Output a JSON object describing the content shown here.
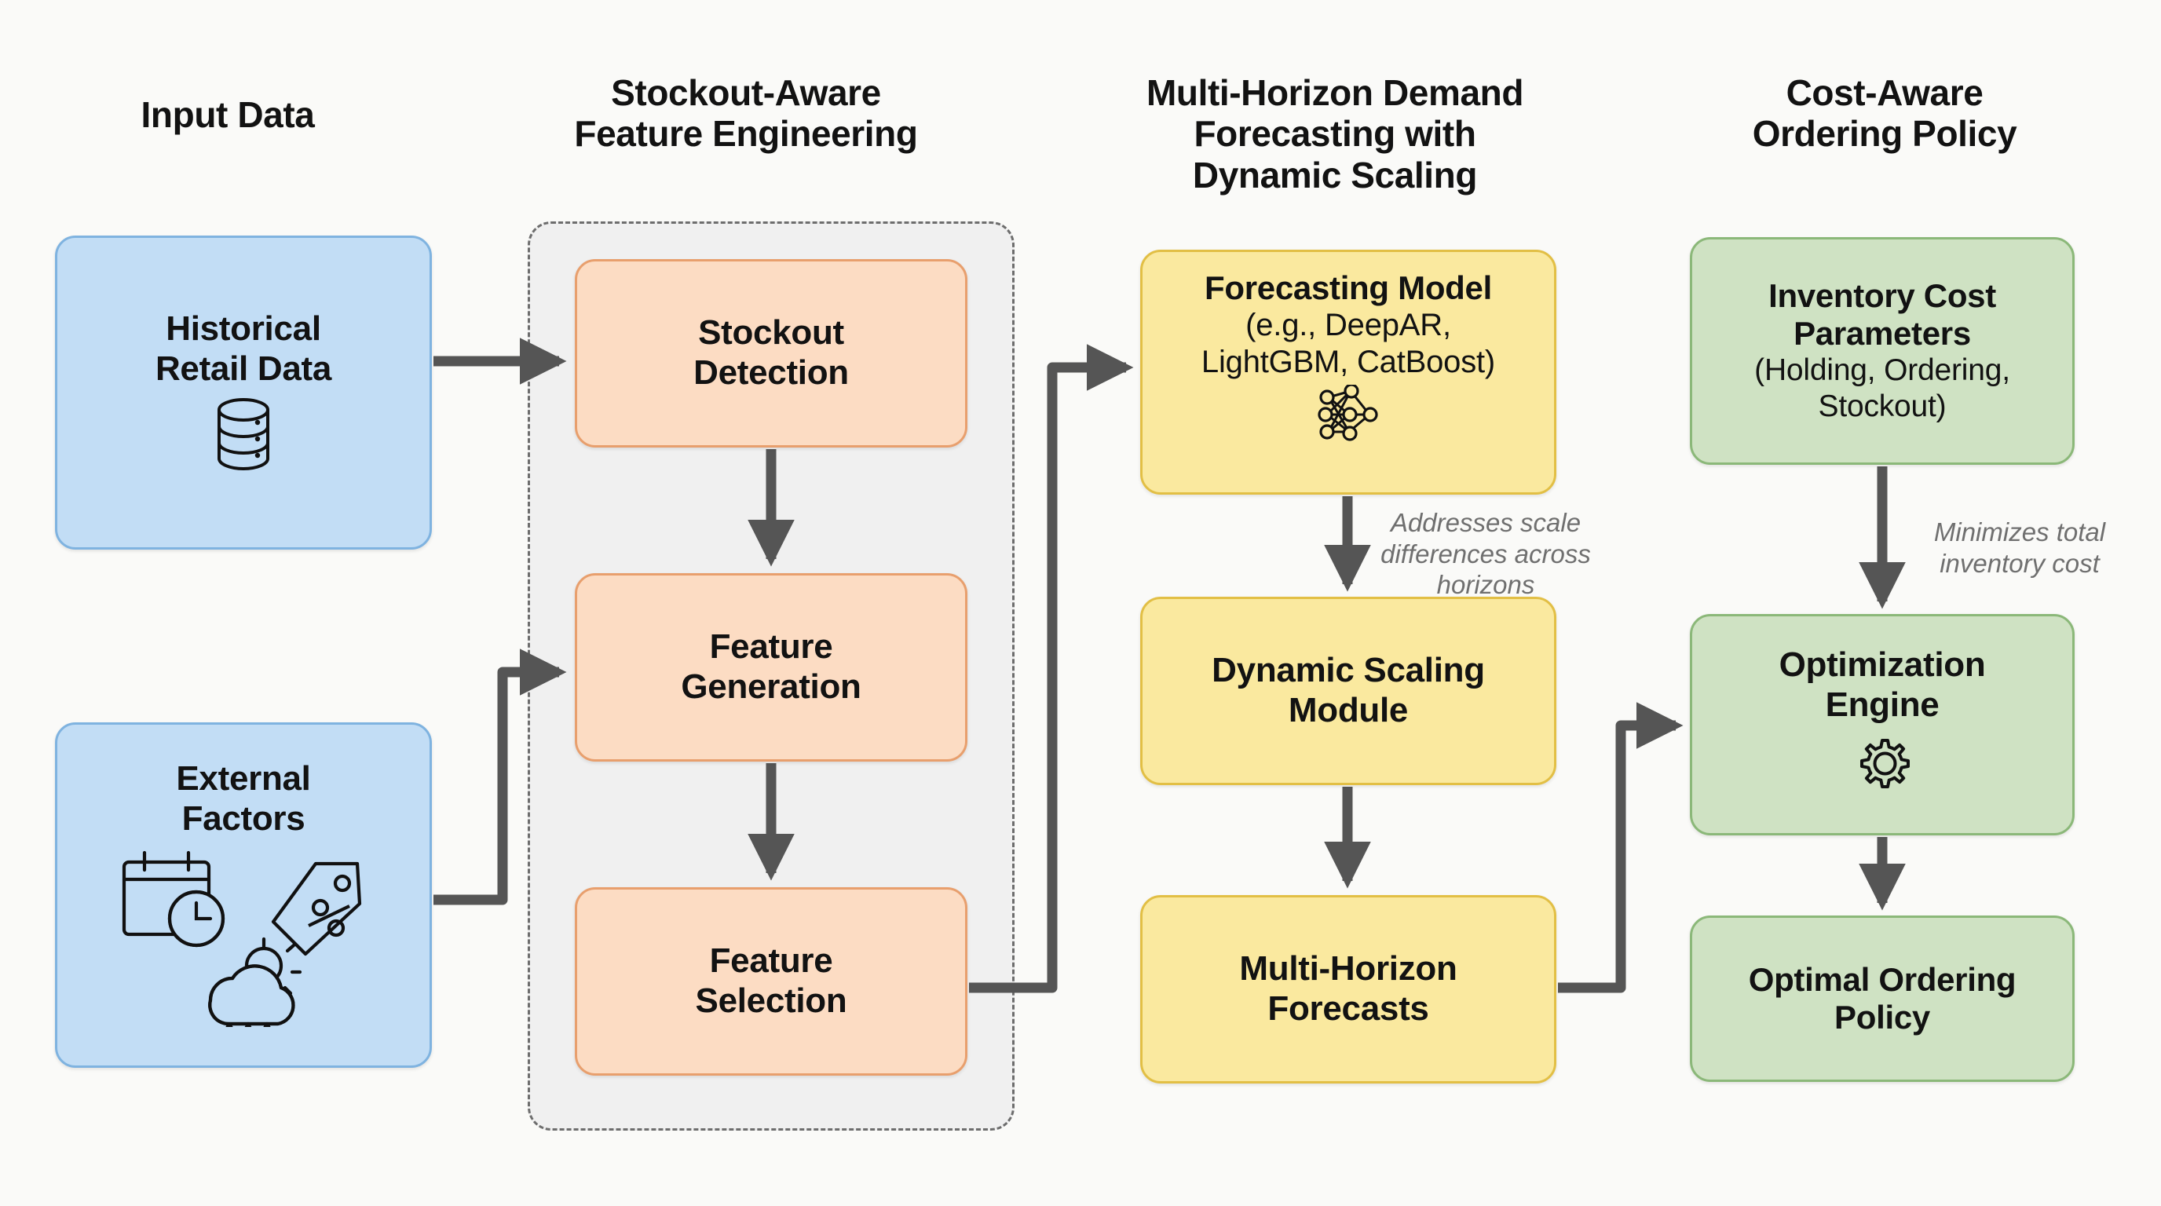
{
  "columns": [
    {
      "title": "Input Data"
    },
    {
      "title": "Stockout-Aware\nFeature Engineering"
    },
    {
      "title": "Multi-Horizon Demand\nForecasting with\nDynamic Scaling"
    },
    {
      "title": "Cost-Aware\nOrdering Policy"
    }
  ],
  "headers": {
    "col1_line1": "Input Data",
    "col2_line1": "Stockout-Aware",
    "col2_line2": "Feature Engineering",
    "col3_line1": "Multi-Horizon Demand",
    "col3_line2": "Forecasting with",
    "col3_line3": "Dynamic Scaling",
    "col4_line1": "Cost-Aware",
    "col4_line2": "Ordering Policy"
  },
  "nodes": {
    "historical_retail_data": {
      "line1": "Historical",
      "line2": "Retail Data",
      "icon": "database-icon"
    },
    "external_factors": {
      "line1": "External",
      "line2": "Factors",
      "icons": [
        "calendar-clock-icon",
        "discount-tag-icon",
        "weather-rain-sun-icon"
      ]
    },
    "stockout_detection": {
      "line1": "Stockout",
      "line2": "Detection"
    },
    "feature_generation": {
      "line1": "Feature",
      "line2": "Generation"
    },
    "feature_selection": {
      "line1": "Feature",
      "line2": "Selection"
    },
    "forecasting_model": {
      "line1": "Forecasting Model",
      "line2": "(e.g., DeepAR,",
      "line3": "LightGBM, CatBoost)",
      "icon": "neural-network-icon"
    },
    "dynamic_scaling_module": {
      "line1": "Dynamic Scaling",
      "line2": "Module"
    },
    "multi_horizon_forecasts": {
      "line1": "Multi-Horizon",
      "line2": "Forecasts"
    },
    "inventory_cost_parameters": {
      "line1": "Inventory Cost",
      "line2": "Parameters",
      "line3": "(Holding, Ordering,",
      "line4": "Stockout)"
    },
    "optimization_engine": {
      "line1": "Optimization",
      "line2": "Engine",
      "icon": "gear-icon"
    },
    "optimal_ordering_policy": {
      "line1": "Optimal Ordering",
      "line2": "Policy"
    }
  },
  "annotations": {
    "scaling_note_l1": "Addresses scale",
    "scaling_note_l2": "differences across",
    "scaling_note_l3": "horizons",
    "cost_note_l1": "Minimizes total",
    "cost_note_l2": "inventory cost"
  },
  "colors": {
    "background": "#fafaf8",
    "blue_fill": "#c2ddf5",
    "blue_stroke": "#7fb3e0",
    "orange_fill": "#fcdcc3",
    "orange_stroke": "#e89f6d",
    "yellow_fill": "#fae99f",
    "yellow_stroke": "#e2bf45",
    "green_fill": "#cfe2c3",
    "green_stroke": "#8bb879",
    "group_fill": "#f0f0f0",
    "group_stroke": "#6d6d6d",
    "arrow": "#555555",
    "annotation_text": "#6f6f6f",
    "text": "#121212"
  },
  "flow_edges": [
    {
      "from": "historical_retail_data",
      "to": "stockout_detection"
    },
    {
      "from": "external_factors",
      "to": "feature_generation"
    },
    {
      "from": "stockout_detection",
      "to": "feature_generation"
    },
    {
      "from": "feature_generation",
      "to": "feature_selection"
    },
    {
      "from": "feature_selection",
      "to": "forecasting_model"
    },
    {
      "from": "forecasting_model",
      "to": "dynamic_scaling_module",
      "label": "Addresses scale differences across horizons"
    },
    {
      "from": "dynamic_scaling_module",
      "to": "multi_horizon_forecasts"
    },
    {
      "from": "multi_horizon_forecasts",
      "to": "optimization_engine"
    },
    {
      "from": "inventory_cost_parameters",
      "to": "optimization_engine",
      "label": "Minimizes total inventory cost"
    },
    {
      "from": "optimization_engine",
      "to": "optimal_ordering_policy"
    }
  ]
}
